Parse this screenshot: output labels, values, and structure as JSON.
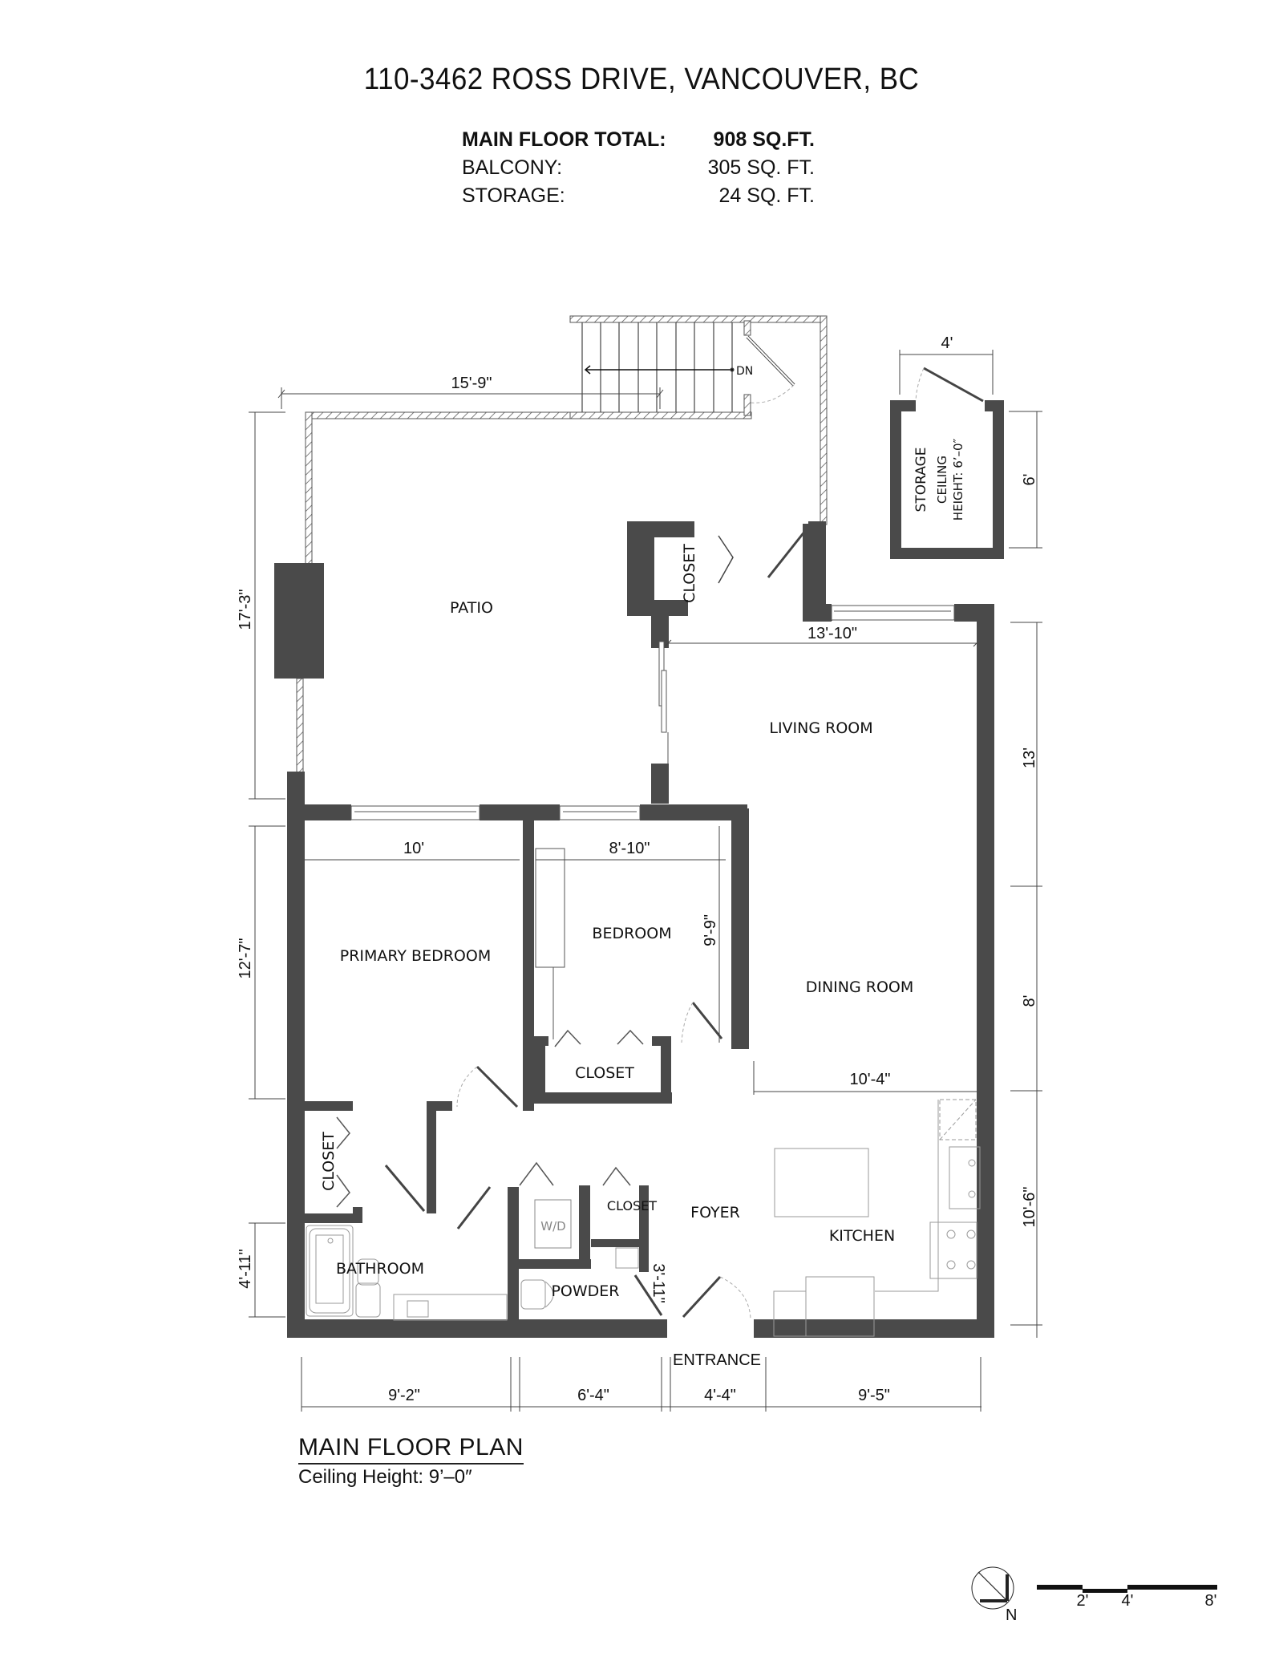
{
  "header": {
    "address": "110-3462 ROSS DRIVE, VANCOUVER, BC",
    "areas": [
      {
        "label": "MAIN FLOOR TOTAL:",
        "value": "908 SQ.FT.",
        "bold": true
      },
      {
        "label": "BALCONY:",
        "value": "305 SQ. FT.",
        "bold": false
      },
      {
        "label": "STORAGE:",
        "value": "24 SQ. FT.",
        "bold": false
      }
    ]
  },
  "rooms": {
    "patio": "PATIO",
    "patio_closet": "CLOSET",
    "living_room": "LIVING ROOM",
    "dining_room": "DINING ROOM",
    "primary_bedroom": "PRIMARY BEDROOM",
    "bedroom": "BEDROOM",
    "bedroom_closet": "CLOSET",
    "primary_closet": "CLOSET",
    "bathroom": "BATHROOM",
    "washer_dryer": "W/D",
    "foyer_closet": "CLOSET",
    "foyer": "FOYER",
    "powder": "POWDER",
    "kitchen": "KITCHEN",
    "entrance": "ENTRANCE",
    "stairs_direction": "DN",
    "storage": "STORAGE",
    "storage_ceiling_1": "CEILING",
    "storage_ceiling_2": "HEIGHT: 6’–0″"
  },
  "dimensions": {
    "patio_width": "15'-9\"",
    "patio_depth": "17'-3\"",
    "storage_width": "4'",
    "storage_depth": "6'",
    "living_width": "13'-10\"",
    "living_depth": "13'",
    "dining_depth": "8'",
    "kitchen_depth": "10'-6\"",
    "kitchen_width": "10'-4\"",
    "primary_width": "10'",
    "primary_depth": "12'-7\"",
    "bedroom_width": "8'-10\"",
    "bedroom_depth": "9'-9\"",
    "bathroom_depth": "4'-11\"",
    "powder_depth": "3'-11\"",
    "bottom_1": "9'-2\"",
    "bottom_2": "6'-4\"",
    "bottom_3": "4'-4\"",
    "bottom_4": "9'-5\""
  },
  "footer": {
    "plan_title": "MAIN FLOOR PLAN",
    "ceiling_height": "Ceiling Height: 9’–0″",
    "north_label": "N",
    "scale_ticks": [
      "2'",
      "4'",
      "8'"
    ]
  },
  "colors": {
    "wall": "#4a4a4a",
    "line": "#555555",
    "fixture": "#9a9a9a"
  }
}
